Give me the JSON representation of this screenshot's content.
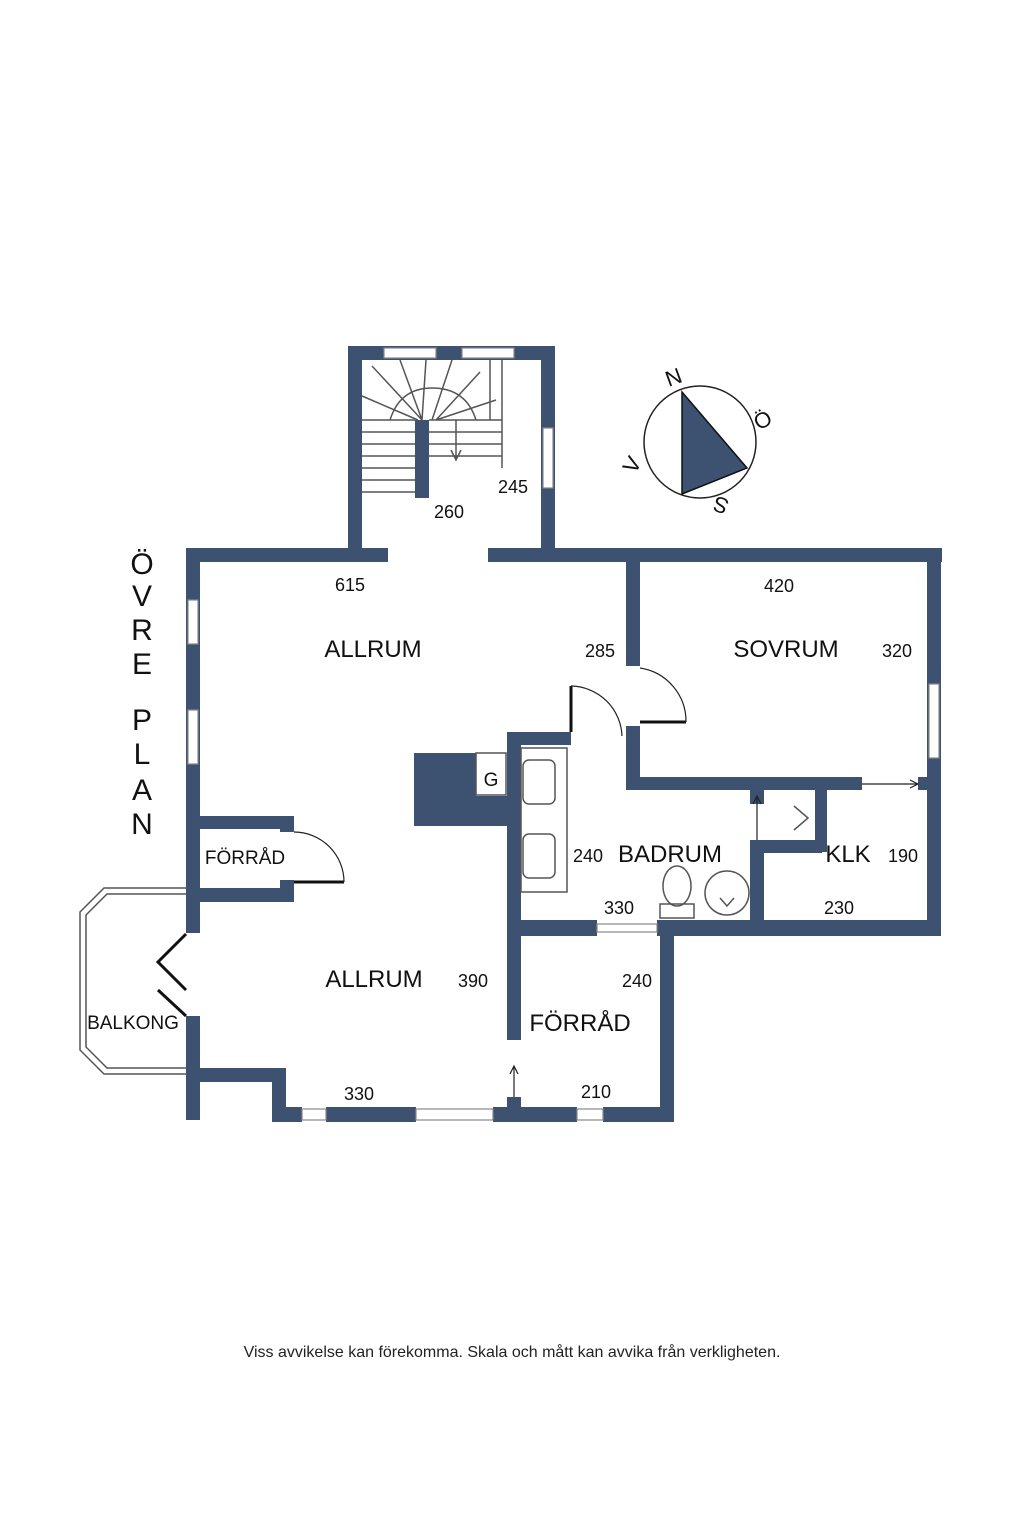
{
  "plan": {
    "title_vertical": [
      "Ö",
      "V",
      "R",
      "E",
      " ",
      "P",
      "L",
      "A",
      "N"
    ],
    "colors": {
      "wall": "#3d5170",
      "background": "#ffffff"
    },
    "rooms": [
      {
        "id": "allrum-upper",
        "label": "ALLRUM"
      },
      {
        "id": "sovrum",
        "label": "SOVRUM"
      },
      {
        "id": "badrum",
        "label": "BADRUM"
      },
      {
        "id": "klk",
        "label": "KLK"
      },
      {
        "id": "forrad-small",
        "label": "FÖRRÅD"
      },
      {
        "id": "allrum-lower",
        "label": "ALLRUM"
      },
      {
        "id": "forrad-large",
        "label": "FÖRRÅD"
      },
      {
        "id": "balkong",
        "label": "BALKONG"
      }
    ],
    "fixture_label": "G",
    "dimensions": {
      "stair_260": "260",
      "stair_245": "245",
      "allrum_615": "615",
      "allrum_285": "285",
      "sovrum_420": "420",
      "sovrum_320": "320",
      "badrum_240": "240",
      "badrum_330": "330",
      "klk_190": "190",
      "klk_230": "230",
      "allrum_390": "390",
      "allrum_330": "330",
      "forrad_240": "240",
      "forrad_210": "210"
    },
    "compass": {
      "n": "N",
      "e": "Ö",
      "s": "S",
      "w": "V"
    }
  },
  "footer": {
    "disclaimer": "Viss avvikelse kan förekomma. Skala och mått kan avvika från verkligheten."
  }
}
